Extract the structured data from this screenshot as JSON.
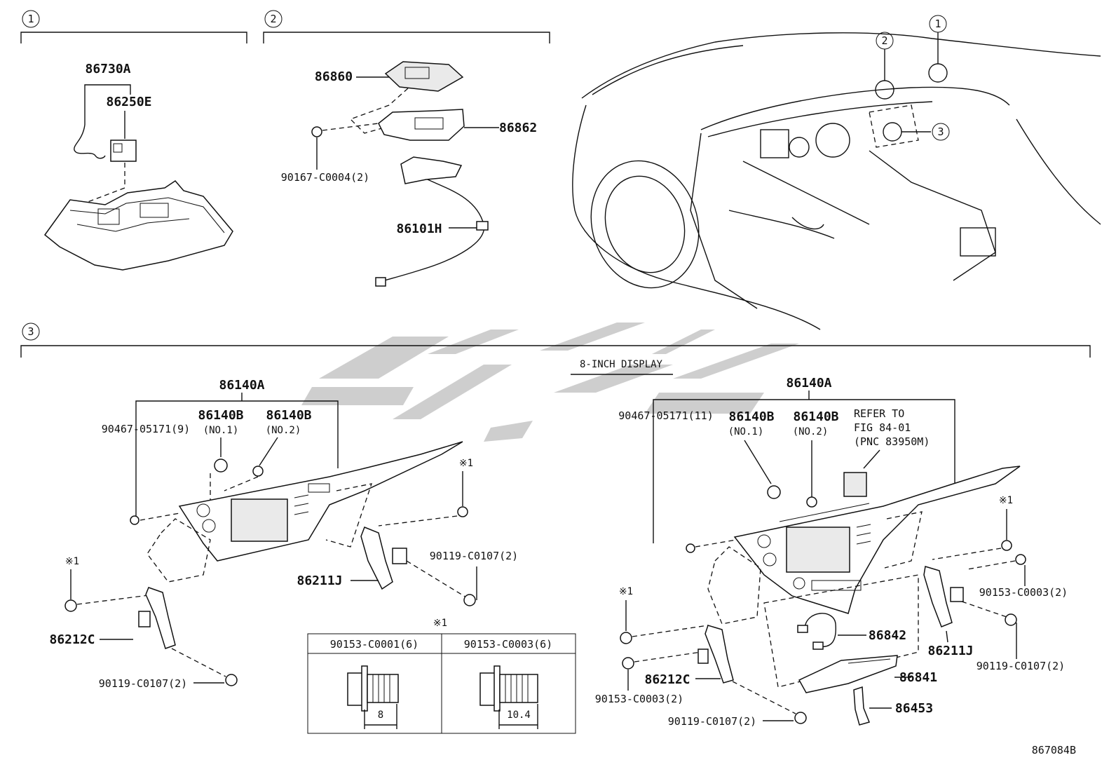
{
  "diagram_code": "867084B",
  "sections": [
    {
      "index": "1"
    },
    {
      "index": "2"
    },
    {
      "index": "3",
      "title": "8-INCH DISPLAY"
    }
  ],
  "car_view": {
    "markers": [
      "1",
      "2",
      "3"
    ]
  },
  "section1": {
    "parts": [
      "86730A",
      "86250E"
    ]
  },
  "section2": {
    "parts": [
      "86860",
      "86862",
      "90167-C0004(2)",
      "86101H"
    ]
  },
  "section3_left": {
    "parts": {
      "assembly": "86140A",
      "screw": "90467-05171(9)",
      "knob1": "86140B",
      "knob1_sub": "(NO.1)",
      "knob2": "86140B",
      "knob2_sub": "(NO.2)",
      "bolt_top": "90119-C0107(2)",
      "bracket_right": "86211J",
      "bracket_left": "86212C",
      "bolt_bottom": "90119-C0107(2)"
    },
    "notes": [
      "※1",
      "※1"
    ]
  },
  "section3_right": {
    "parts": {
      "assembly": "86140A",
      "screw": "90467-05171(11)",
      "knob1": "86140B",
      "knob1_sub": "(NO.1)",
      "knob2": "86140B",
      "knob2_sub": "(NO.2)",
      "refer_1": "REFER TO",
      "refer_2": "FIG 84-01",
      "refer_3": "(PNC 83950M)",
      "bolt_a": "90153-C0003(2)",
      "bolt_b": "90119-C0107(2)",
      "bracket_right": "86211J",
      "harness": "86842",
      "module": "86841",
      "bracket": "86453",
      "bracket_left": "86212C",
      "bolt_c": "90153-C0003(2)",
      "bolt_d": "90119-C0107(2)"
    },
    "notes": [
      "※1",
      "※1"
    ]
  },
  "bolt_table": {
    "note": "※1",
    "columns": [
      "90153-C0001(6)",
      "90153-C0003(6)"
    ],
    "dimensions": [
      "8",
      "10.4"
    ]
  },
  "colors": {
    "line": "#111111",
    "watermark": "#bdbdbd"
  }
}
